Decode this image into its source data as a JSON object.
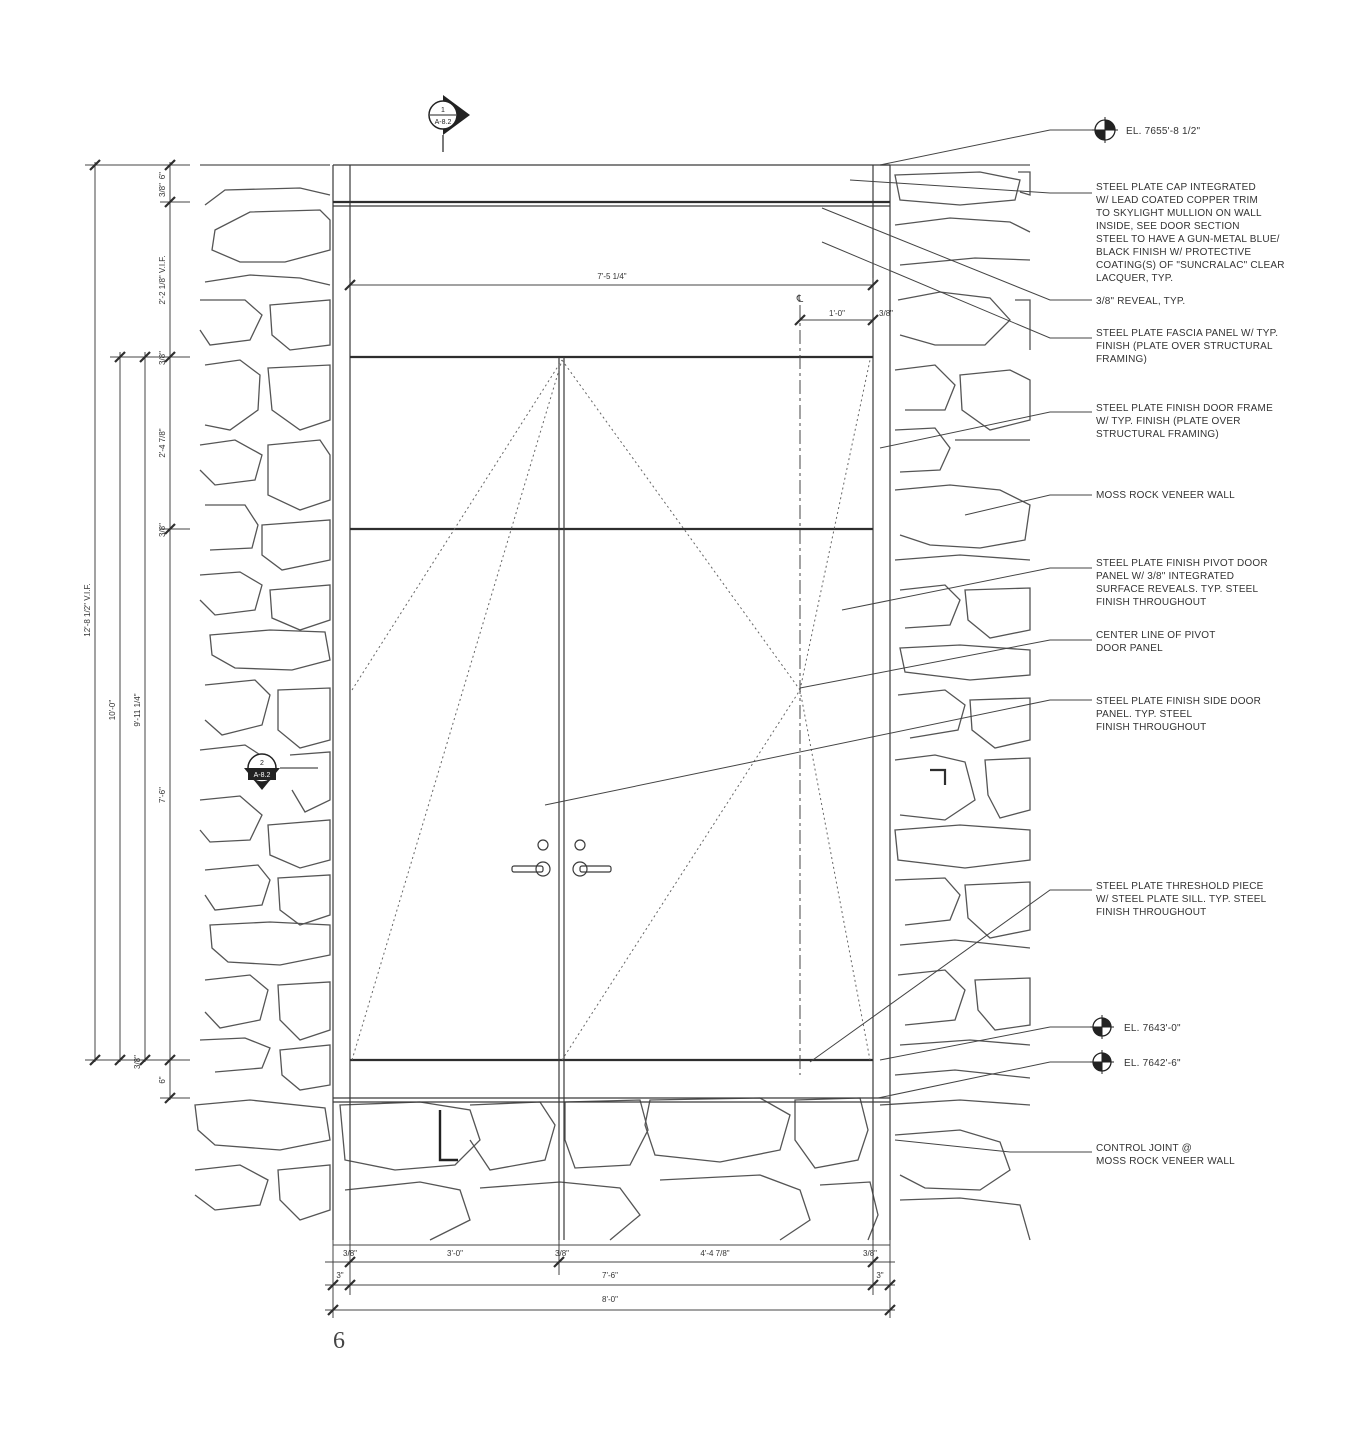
{
  "drawing_number": "6",
  "section_markers": [
    {
      "num": "1",
      "sheet": "A-8.2"
    },
    {
      "num": "2",
      "sheet": "A-8.2"
    }
  ],
  "elevations": [
    "EL. 7655'-8 1/2\"",
    "EL. 7643'-0\"",
    "EL. 7642'-6\""
  ],
  "notes": [
    [
      "STEEL PLATE CAP INTEGRATED",
      "W/ LEAD COATED COPPER TRIM",
      "TO SKYLIGHT MULLION ON WALL",
      "INSIDE, SEE DOOR SECTION",
      "STEEL TO HAVE A GUN-METAL BLUE/",
      "BLACK FINISH W/ PROTECTIVE",
      "COATING(S) OF \"SUNCRALAC\" CLEAR",
      "LACQUER, TYP."
    ],
    [
      "3/8\" REVEAL, TYP."
    ],
    [
      "STEEL PLATE FASCIA PANEL W/ TYP.",
      "FINISH (PLATE OVER STRUCTURAL",
      "FRAMING)"
    ],
    [
      "STEEL PLATE FINISH DOOR FRAME",
      "W/ TYP. FINISH (PLATE OVER",
      "STRUCTURAL FRAMING)"
    ],
    [
      "MOSS ROCK VENEER WALL"
    ],
    [
      "STEEL PLATE FINISH PIVOT DOOR",
      "PANEL W/ 3/8\" INTEGRATED",
      "SURFACE REVEALS. TYP. STEEL",
      "FINISH THROUGHOUT"
    ],
    [
      "CENTER LINE OF PIVOT",
      "DOOR PANEL"
    ],
    [
      "STEEL PLATE FINISH  SIDE DOOR",
      "PANEL. TYP. STEEL",
      "FINISH THROUGHOUT"
    ],
    [
      "STEEL PLATE THRESHOLD PIECE",
      "W/ STEEL PLATE SILL. TYP. STEEL",
      "FINISH THROUGHOUT"
    ],
    [
      "CONTROL JOINT @",
      "MOSS ROCK VENEER WALL"
    ]
  ],
  "dimensions": {
    "vertical_outer": [
      "12'-8 1/2\" V.I.F."
    ],
    "vertical_mid": [
      "10'-0\"",
      "9'-11 1/4\""
    ],
    "vertical_inner": [
      "3/8\"",
      "6\"",
      "2'-2 1/8\" V.I.F.",
      "3/8\"",
      "2'-4 7/8\"",
      "3/8\"",
      "7'-6\"",
      "3/8\"",
      "6\""
    ],
    "top_width": "7'-5 1/4\"",
    "pivot_offset": "1'-0\"",
    "pivot_reveal": "3/8\"",
    "centerline_symbol": "℄",
    "bottom_row1": [
      "3/8\"",
      "3'-0\"",
      "3/8\"",
      "4'-4 7/8\"",
      "3/8\""
    ],
    "bottom_row2": [
      "3\"",
      "7'-6\"",
      "3\""
    ],
    "bottom_row3": "8'-0\""
  }
}
